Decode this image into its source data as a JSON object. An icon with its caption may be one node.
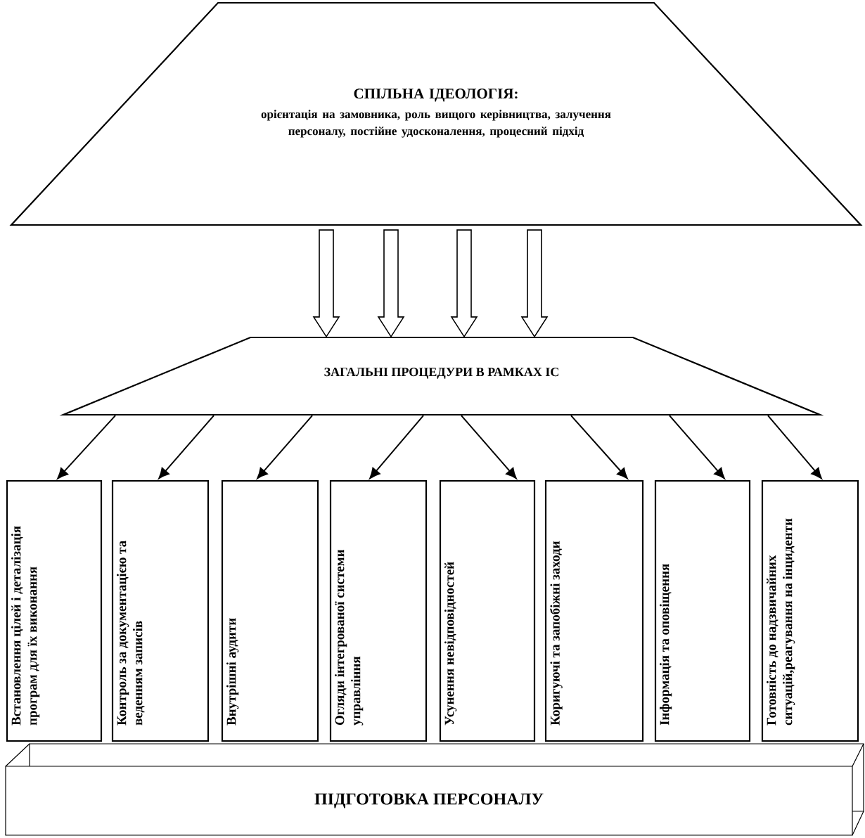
{
  "diagram": {
    "nodes": [
      {
        "text": [
          "СПІЛЬНА ІДЕОЛОГІЯ:",
          "орієнтація на замовника, роль вищого керівництва, залучення персоналу, постійне удосконалення, процесний підхід"
        ]
      },
      {
        "text": [
          "ЗАГАЛЬНІ ПРОЦЕДУРИ В РАМКАХ ІС"
        ]
      },
      {
        "text": [
          "Встановлення цілей і деталізація програм для їх виконання"
        ]
      },
      {
        "text": [
          "Контроль за документацією та веденням записів"
        ]
      },
      {
        "text": [
          "Внутрішні аудити"
        ]
      },
      {
        "text": [
          "Огляди інтегрованої системи управління"
        ]
      },
      {
        "text": [
          "Усунення невідповідностей"
        ]
      },
      {
        "text": [
          "Коригуючі та запобіжні заходи"
        ]
      },
      {
        "text": [
          "Інформація та оповіщення"
        ]
      },
      {
        "text": [
          "Готовність до надзвичайних ситуацій,реагування на інциденти"
        ]
      },
      {
        "text": [
          "ПІДГОТОВКА ПЕРСОНАЛУ"
        ]
      }
    ],
    "edges": [
      {
        "from": 0,
        "to": 1,
        "arrow": "to",
        "style": "thick"
      },
      {
        "from": 0,
        "to": 1,
        "arrow": "to",
        "style": "thick"
      },
      {
        "from": 0,
        "to": 1,
        "arrow": "to",
        "style": "thick"
      },
      {
        "from": 0,
        "to": 1,
        "arrow": "to",
        "style": "thick"
      },
      {
        "from": 1,
        "to": 2,
        "arrow": "to"
      },
      {
        "from": 1,
        "to": 3,
        "arrow": "to"
      },
      {
        "from": 1,
        "to": 4,
        "arrow": "to"
      },
      {
        "from": 1,
        "to": 5,
        "arrow": "to"
      },
      {
        "from": 1,
        "to": 6,
        "arrow": "to"
      },
      {
        "from": 1,
        "to": 7,
        "arrow": "to"
      },
      {
        "from": 1,
        "to": 8,
        "arrow": "to"
      },
      {
        "from": 1,
        "to": 9,
        "arrow": "to"
      }
    ]
  }
}
